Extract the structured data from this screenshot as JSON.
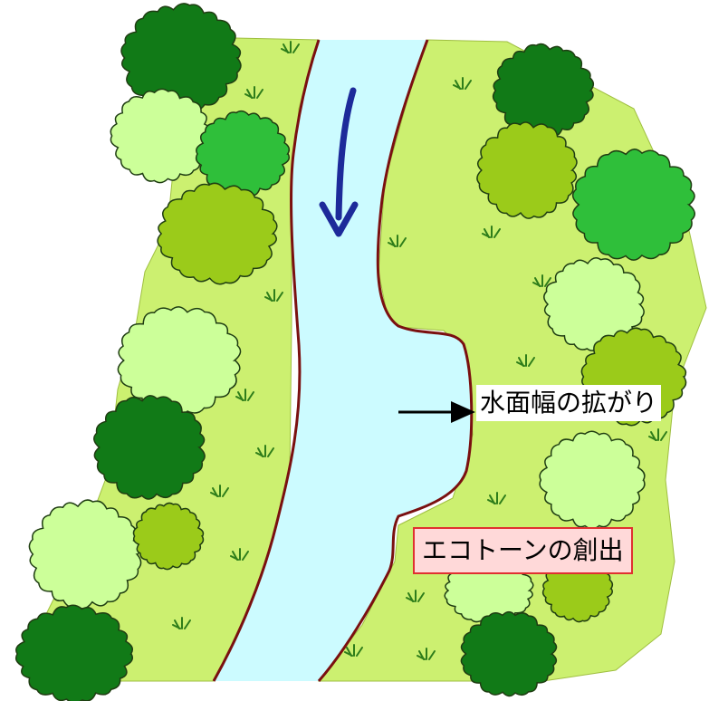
{
  "labels": {
    "water_width": "水面幅の拡がり",
    "ecotone": "エコトーンの創出"
  },
  "colors": {
    "bank_grass": "#ccf070",
    "water": "#ccfbff",
    "river_edge": "#7a1010",
    "flow_arrow": "#1d2a9a",
    "tree_dark": "#117a17",
    "tree_mid": "#2fbf3a",
    "tree_olive": "#9bcb1a",
    "tree_light": "#ccff99",
    "ecotone_box_fill": "#ffd9d9",
    "ecotone_box_border": "#e03030"
  },
  "icons": [
    "flow-direction-arrow",
    "pointer-arrow",
    "grass-tuft-icon",
    "tree-icon"
  ]
}
